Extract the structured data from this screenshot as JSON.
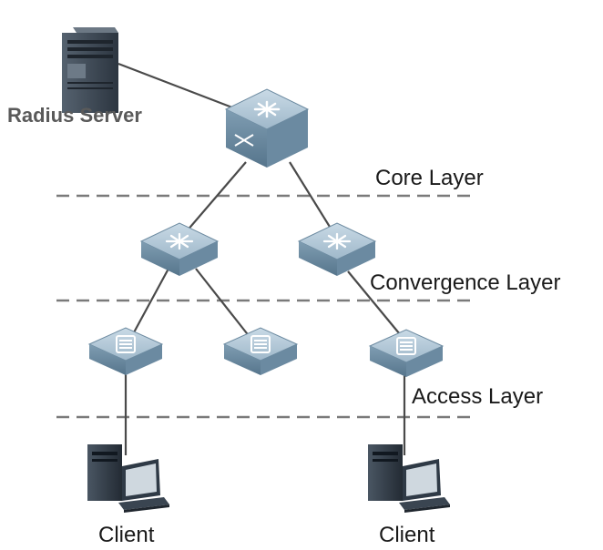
{
  "labels": {
    "radius_server": "Radius Server",
    "core_layer": "Core Layer",
    "convergence_layer": "Convergence  Layer",
    "access_layer": "Access Layer",
    "client_left": "Client",
    "client_right": "Client"
  },
  "colors": {
    "device_top": "#a9c1d2",
    "device_side": "#7e9bb0",
    "device_front": "#5f7f96",
    "link": "#4a4a4a",
    "dashed_line": "#7a7a7a",
    "server_dark": "#3e4a57",
    "pc_body": "#2f3a46",
    "pc_screen": "#cfd8df"
  },
  "icons": {
    "server": "server-icon",
    "core_switch": "core-switch-icon",
    "convergence_switch": "convergence-switch-icon",
    "access_switch": "access-switch-icon",
    "client": "desktop-pc-icon"
  }
}
